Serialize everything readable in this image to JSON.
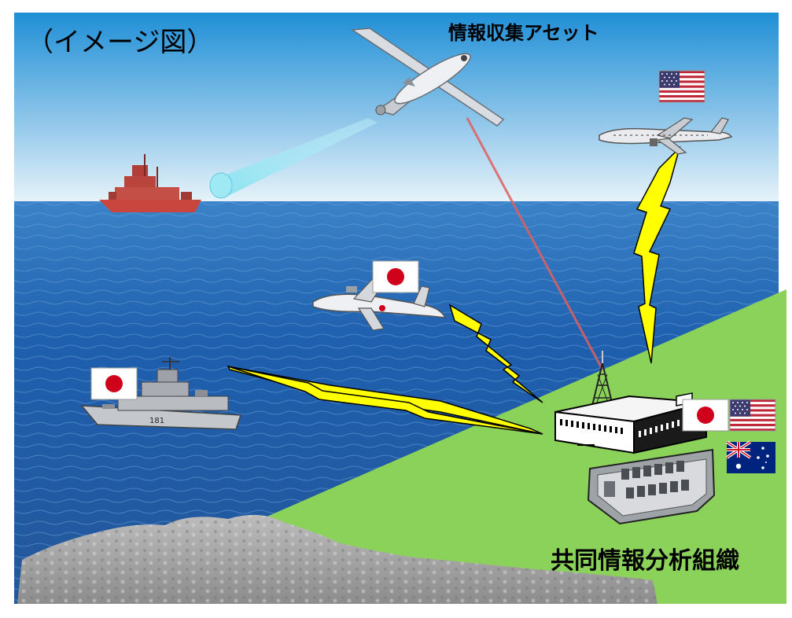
{
  "labels": {
    "image_caption": "（イメージ図）",
    "collection_assets": "情報収集アセット",
    "joint_analysis_org": "共同情報分析組織"
  },
  "assets": [
    {
      "name": "japan-ship-icon",
      "flags": [
        "japan-flag-icon"
      ]
    },
    {
      "name": "japan-patrol-aircraft-icon",
      "flags": [
        "japan-flag-icon"
      ]
    },
    {
      "name": "us-aircraft-icon",
      "flags": [
        "us-flag-icon"
      ]
    },
    {
      "name": "us-drone-icon",
      "flags": []
    },
    {
      "name": "red-ship-icon",
      "flags": []
    }
  ],
  "organization": {
    "name": "building-icon",
    "flags": [
      "japan-flag-icon",
      "us-flag-icon",
      "australia-flag-icon"
    ]
  },
  "colors": {
    "sky_top": "#1f8fd6",
    "sky_horizon": "#eef7fb",
    "sea": "#1c5fa8",
    "land": "#8bd25a",
    "lightning": "#ffff00",
    "japan_red": "#d0021b",
    "laser": "#e06060",
    "sensor_beam": "#8fe6f2"
  }
}
